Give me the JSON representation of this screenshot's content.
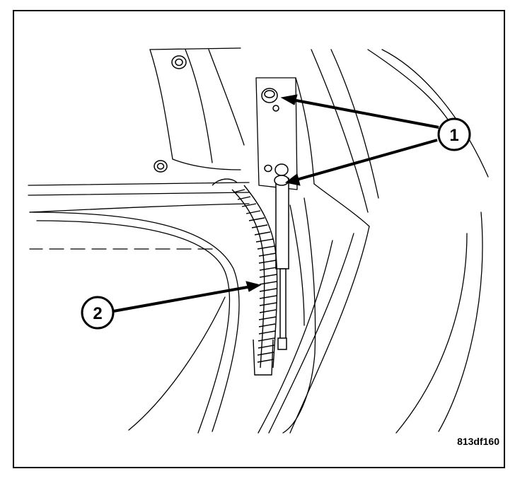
{
  "figure": {
    "id_label": "813df160",
    "callouts": [
      {
        "label": "1"
      },
      {
        "label": "2"
      }
    ]
  }
}
